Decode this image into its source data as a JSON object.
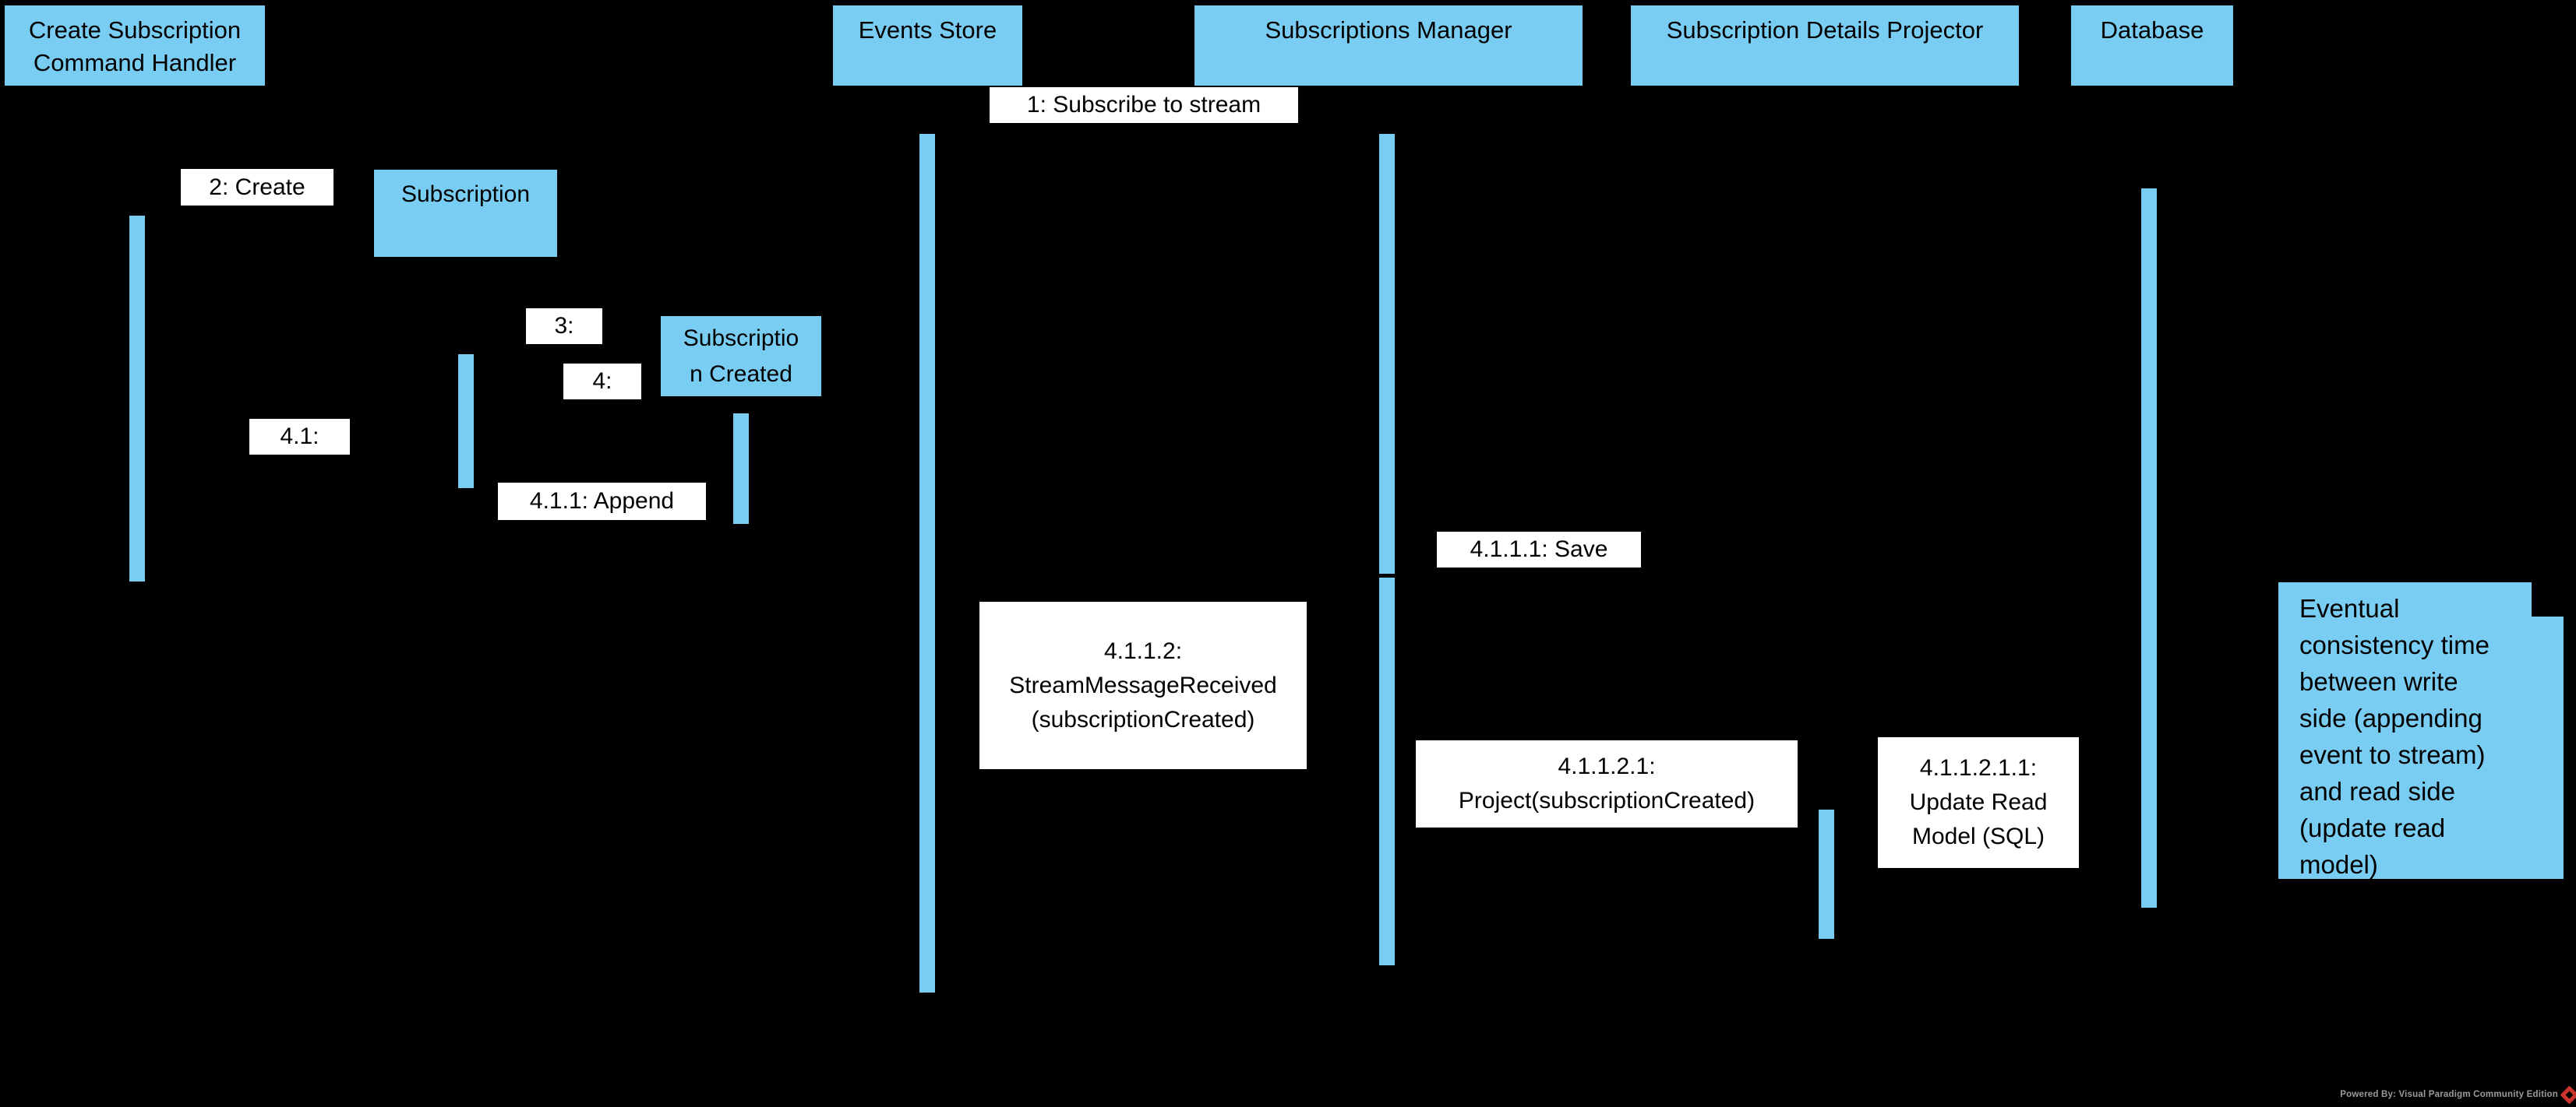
{
  "colors": {
    "bg": "#000000",
    "blue": "#79CDF2",
    "shape-text": "#000000",
    "label-bg": "#FFFFFF",
    "label-text": "#000000",
    "footer-text": "#9B9B9B",
    "logo-red": "#C9332B"
  },
  "lifelines": [
    {
      "label": "Create Subscription\nCommand Handler"
    },
    {
      "label": "Events Store"
    },
    {
      "label": "Subscriptions Manager"
    },
    {
      "label": "Subscription Details Projector"
    },
    {
      "label": "Database"
    }
  ],
  "objects": [
    {
      "label": "Subscription"
    },
    {
      "label": "Subscriptio\nn Created"
    }
  ],
  "messages": [
    {
      "label": "1: Subscribe to stream"
    },
    {
      "label": "2: Create"
    },
    {
      "label": "3:"
    },
    {
      "label": "4:"
    },
    {
      "label": "4.1:"
    },
    {
      "label": "4.1.1: Append"
    },
    {
      "label": "4.1.1.1: Save"
    },
    {
      "label": "4.1.1.2:\nStreamMessageReceived\n(subscriptionCreated)"
    },
    {
      "label": "4.1.1.2.1:\nProject(subscriptionCreated)"
    },
    {
      "label": "4.1.1.2.1.1:\nUpdate Read\nModel (SQL)"
    }
  ],
  "note": {
    "text": "Eventual\nconsistency time\nbetween write\nside (appending\nevent to stream)\nand read side\n(update read\nmodel)"
  },
  "footer": {
    "credit": "Powered By: Visual Paradigm Community Edition",
    "logo": "visual-paradigm-diamond"
  }
}
